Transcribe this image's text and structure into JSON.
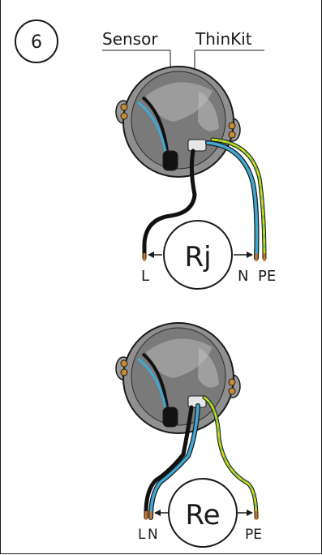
{
  "step": {
    "number": "6"
  },
  "labels": {
    "sensor": "Sensor",
    "thinkit": "ThinKit"
  },
  "diagrams": [
    {
      "badge": "Rj",
      "terminals": [
        "L",
        "N",
        "PE"
      ]
    },
    {
      "badge": "Re",
      "terminals": [
        "L",
        "N",
        "PE"
      ]
    }
  ],
  "colors": {
    "line": "#1a1a1a",
    "box_fill": "#8f8f8f",
    "box_inner": "#6e6e6e",
    "wire_live": "#111111",
    "wire_neutral": "#3fa9d3",
    "wire_earth_green": "#8cc63f",
    "wire_earth_yellow": "#f2e300",
    "terminal_copper": "#c8782c",
    "screw": "#c98a32"
  }
}
